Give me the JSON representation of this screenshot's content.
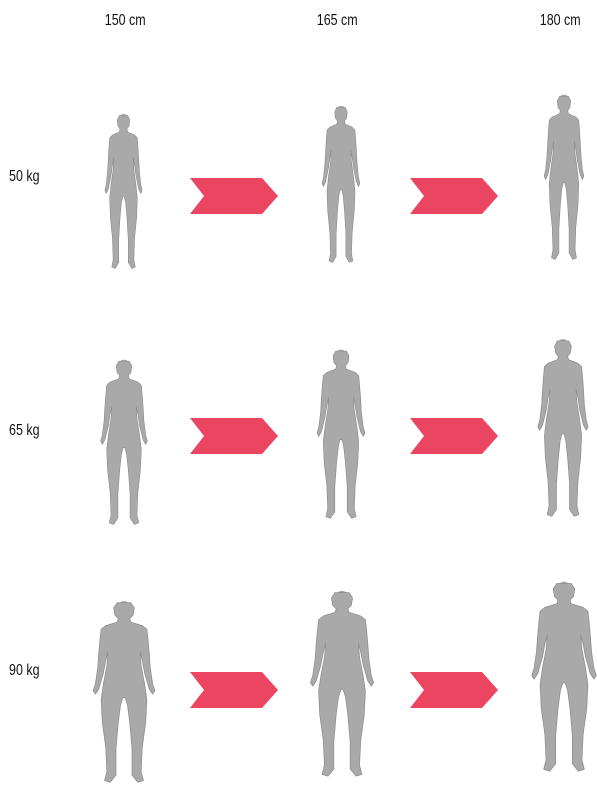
{
  "columns": [
    "150 cm",
    "165 cm",
    "180 cm"
  ],
  "rows": [
    "50 kg",
    "65 kg",
    "90 kg"
  ],
  "colors": {
    "arrow": "#EC4562",
    "figure": "#A9A9A9",
    "figure_shade": "#8C8C8C",
    "text": "#111111"
  },
  "figures": [
    {
      "height": "150 cm",
      "weight": "50 kg"
    },
    {
      "height": "165 cm",
      "weight": "50 kg"
    },
    {
      "height": "180 cm",
      "weight": "50 kg"
    },
    {
      "height": "150 cm",
      "weight": "65 kg"
    },
    {
      "height": "165 cm",
      "weight": "65 kg"
    },
    {
      "height": "180 cm",
      "weight": "65 kg"
    },
    {
      "height": "150 cm",
      "weight": "90 kg"
    },
    {
      "height": "165 cm",
      "weight": "90 kg"
    },
    {
      "height": "180 cm",
      "weight": "90 kg"
    }
  ],
  "arrow_icon": "chevron-arrow-right-icon"
}
